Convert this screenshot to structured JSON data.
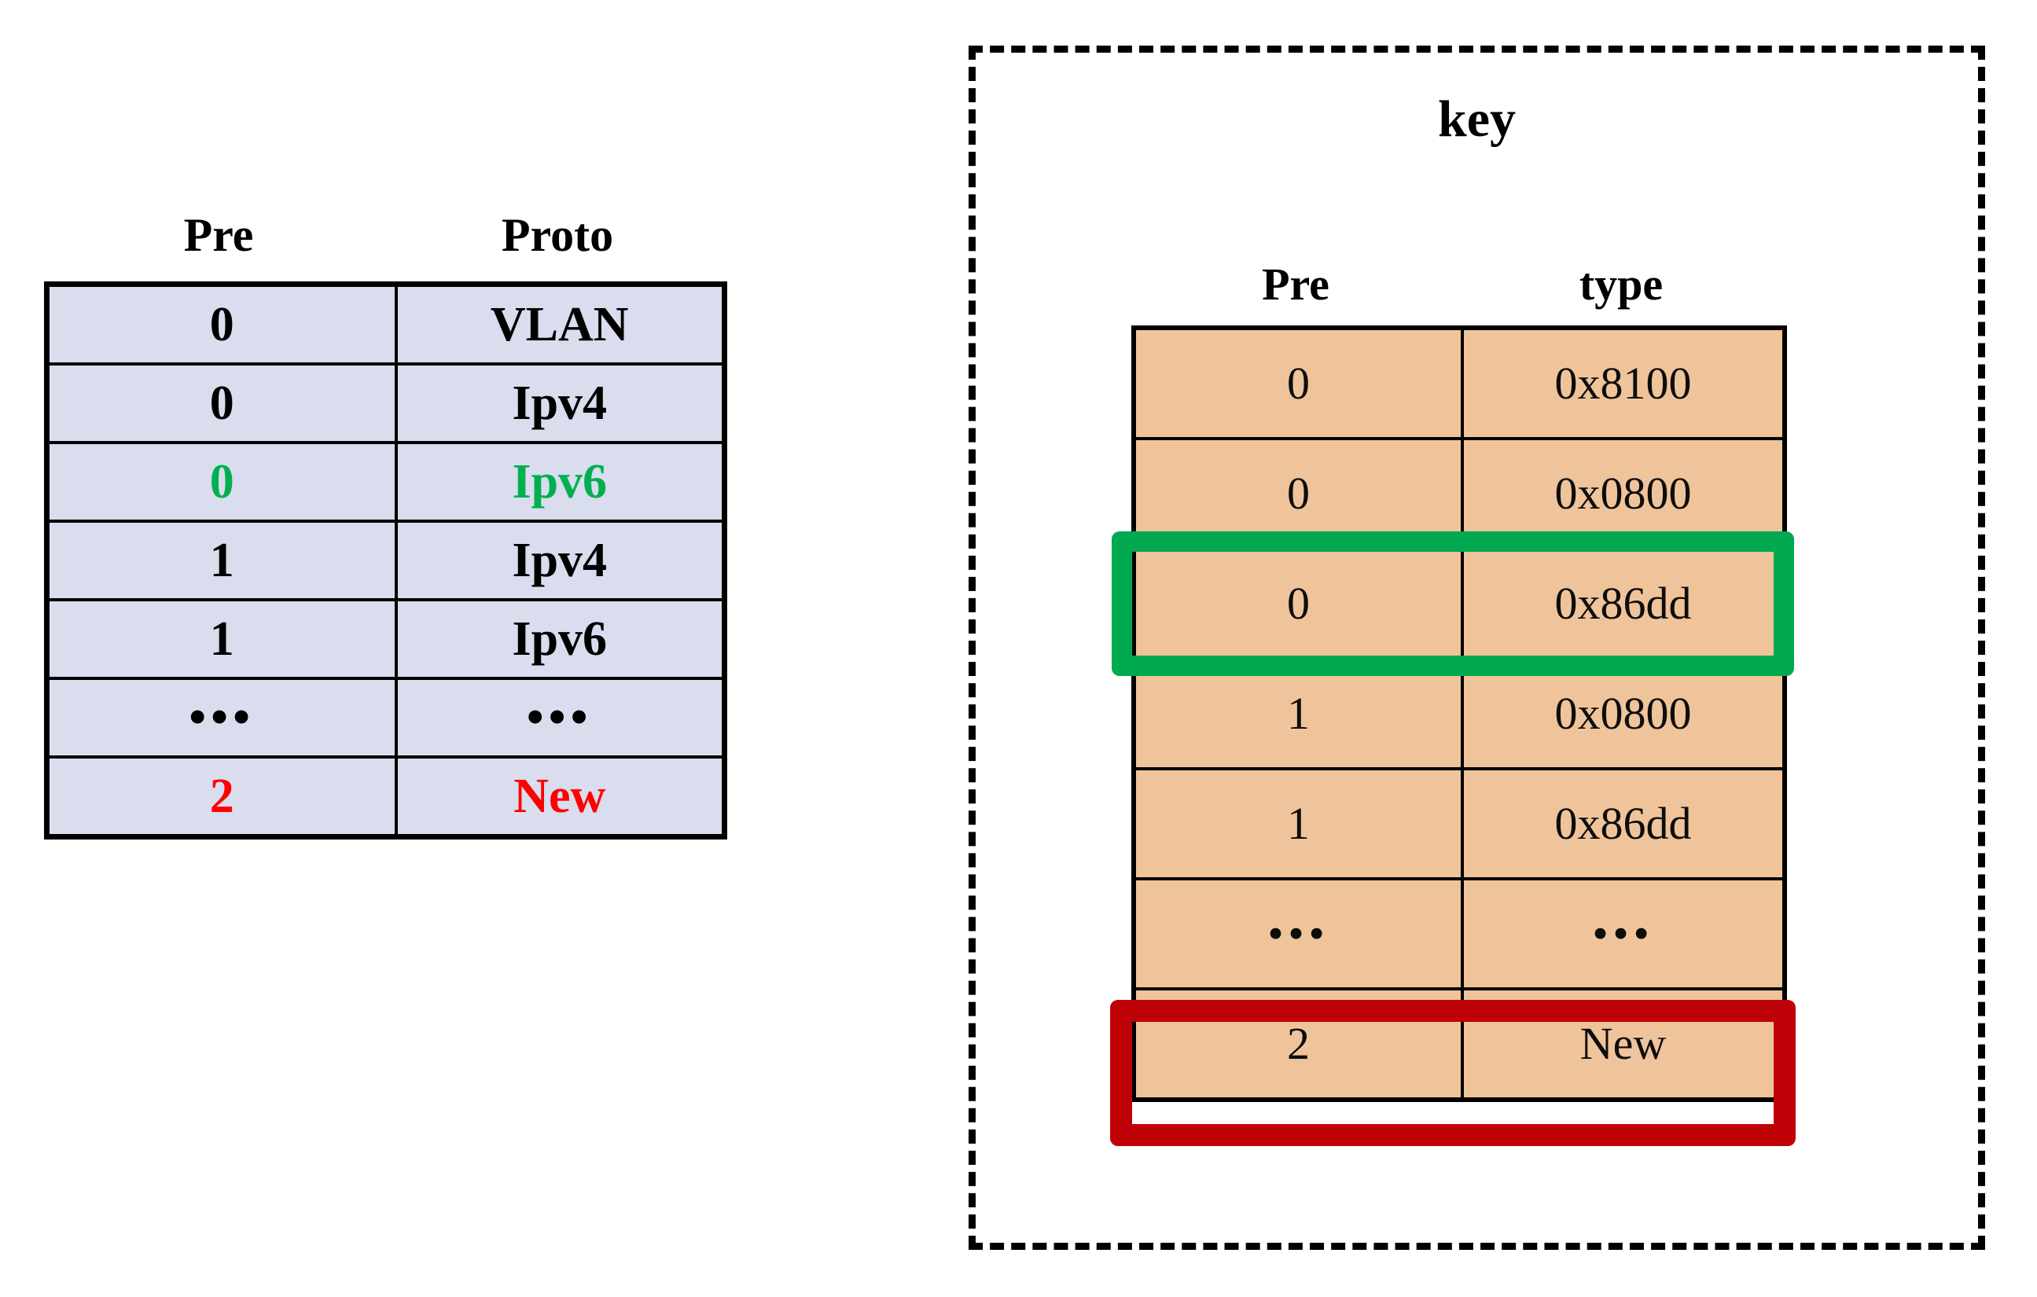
{
  "figure": {
    "background_color": "#ffffff"
  },
  "left_table": {
    "name": "protocol-table",
    "fill_color": "#d9dded",
    "headers": [
      "Pre",
      "Proto"
    ],
    "rows": [
      {
        "pre": "0",
        "proto": "VLAN",
        "color": "black"
      },
      {
        "pre": "0",
        "proto": "Ipv4",
        "color": "black"
      },
      {
        "pre": "0",
        "proto": "Ipv6",
        "color": "green"
      },
      {
        "pre": "1",
        "proto": "Ipv4",
        "color": "black"
      },
      {
        "pre": "1",
        "proto": "Ipv6",
        "color": "black"
      },
      {
        "pre": "•••",
        "proto": "•••",
        "color": "black"
      },
      {
        "pre": "2",
        "proto": "New",
        "color": "red"
      }
    ]
  },
  "right_panel": {
    "name": "key-panel",
    "title": "key",
    "border_style": "dashed",
    "table": {
      "name": "key-table",
      "fill_color": "#f0c49a",
      "headers": [
        "Pre",
        "type"
      ],
      "rows": [
        {
          "pre": "0",
          "type": "0x8100",
          "highlight": "none"
        },
        {
          "pre": "0",
          "type": "0x0800",
          "highlight": "none"
        },
        {
          "pre": "0",
          "type": "0x86dd",
          "highlight": "green"
        },
        {
          "pre": "1",
          "type": "0x0800",
          "highlight": "none"
        },
        {
          "pre": "1",
          "type": "0x86dd",
          "highlight": "none"
        },
        {
          "pre": "•••",
          "type": "•••",
          "highlight": "none"
        },
        {
          "pre": "2",
          "type": "New",
          "highlight": "red"
        }
      ]
    }
  },
  "colors": {
    "highlight_green": "#00a94f",
    "highlight_red": "#bf0208",
    "text_green": "#00b050",
    "text_red": "#ff0000",
    "left_fill": "#d9dded",
    "right_fill": "#f0c49a",
    "stroke": "#000000"
  }
}
